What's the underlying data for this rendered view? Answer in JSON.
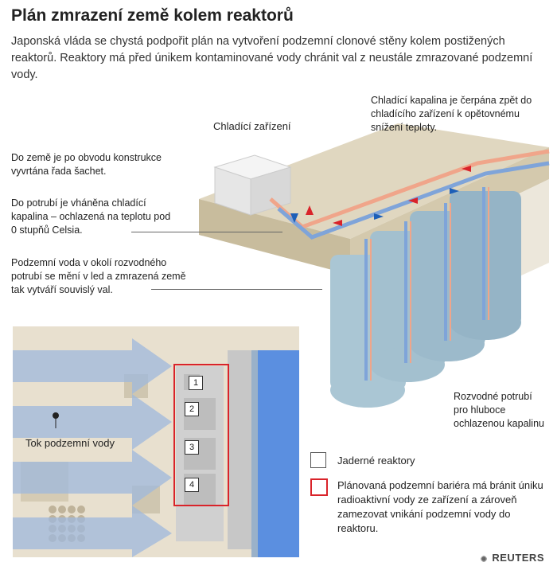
{
  "title": "Plán zmrazení země kolem reaktorů",
  "lead": "Japonská vláda se chystá podpořit plán na vytvoření podzemní clonové stěny kolem postižených reaktorů. Reaktory má před únikem kontaminované vody chránit val z neustále zmrazované podzemní vody.",
  "labels": {
    "cooling_facility": "Chladící zařízení",
    "coolant_return": "Chladící kapalina je čerpána zpět do chladícího zařízení k opětovnému snížení teploty.",
    "shafts": "Do země je po obvodu konstrukce vyvrtána řada šachet.",
    "coolant_pumped": "Do potrubí je vháněna chladící kapalina – ochlazená na teplotu pod 0 stupňů Celsia.",
    "groundwater_freezes": "Podzemní voda v okolí rozvodného potrubí se mění v led a zmrazená země tak vytváří souvislý val.",
    "distribution_pipes": "Rozvodné potrubí pro hluboce ochlazenou kapalinu",
    "groundwater_flow": "Tok podzemní vody"
  },
  "reactors": [
    "1",
    "2",
    "3",
    "4"
  ],
  "legend": {
    "reactors": "Jaderné reaktory",
    "barrier": "Plánovaná podzemní bariéra má bránit úniku radioaktivní vody ze zařízení a zároveň zamezovat vnikání podzemní vody do reaktoru."
  },
  "colors": {
    "cold_pipe": "#7a9fd6",
    "warm_pipe": "#f0a58a",
    "ice": "#a9c6d6",
    "ground_top": "#ddd4bd",
    "barrier": "#d9232a",
    "sea": "#5b8fe0"
  },
  "icons": {
    "brand_logo": "reuters-logo-icon"
  },
  "brand": "REUTERS"
}
